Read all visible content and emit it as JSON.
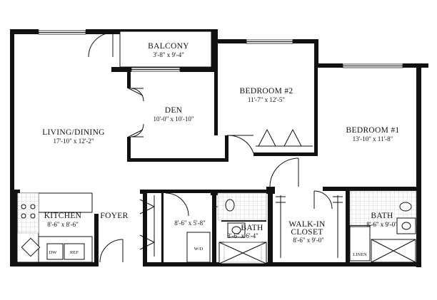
{
  "rooms": {
    "balcony": {
      "name": "BALCONY",
      "dims": "3'-8\" x 9'-4\""
    },
    "den": {
      "name": "DEN",
      "dims": "10'-0\" x 10'-10\""
    },
    "bedroom2": {
      "name": "BEDROOM #2",
      "dims": "11'-7\" x 12'-5\""
    },
    "bedroom1": {
      "name": "BEDROOM #1",
      "dims": "13'-10\" x 11'-8\""
    },
    "living": {
      "name": "LIVING/DINING",
      "dims": "17'-10\" x 12'-2\""
    },
    "kitchen": {
      "name": "KITCHEN",
      "dims": "8'-6\" x 8'-6\""
    },
    "foyer": {
      "name": "FOYER"
    },
    "laundry": {
      "dims": "8'-6\" x 5'-8\""
    },
    "bath1": {
      "name": "BATH",
      "dims": "8'-6\" x 6'-4\""
    },
    "closet": {
      "name_line1": "WALK-IN",
      "name_line2": "CLOSET",
      "dims": "8'-6\" x 9'-0\""
    },
    "bath2": {
      "name": "BATH",
      "dims": "8'-6\" x 9'-0\""
    }
  },
  "fixtures": {
    "dishwasher": "DW",
    "refrigerator": "REF",
    "washer_dryer": "W/D",
    "linen": "LINEN"
  }
}
